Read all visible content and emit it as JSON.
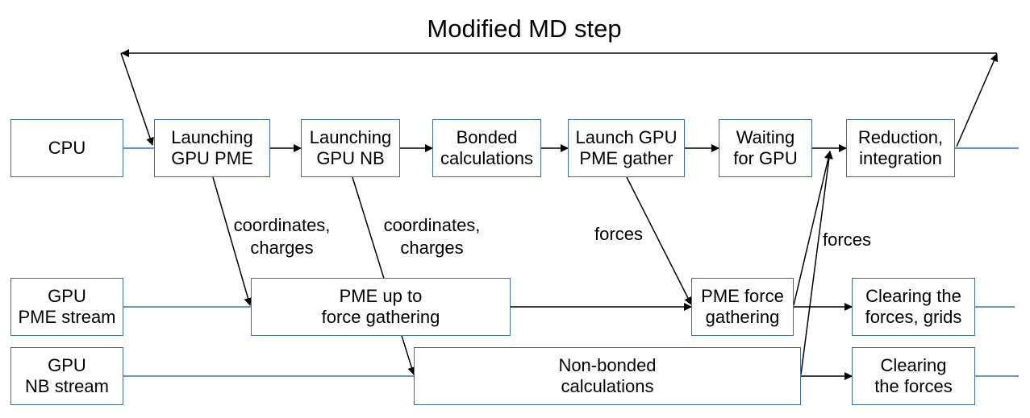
{
  "title": "Modified MD step",
  "lanes": {
    "cpu": "CPU",
    "pme_stream": [
      "GPU",
      "PME stream"
    ],
    "nb_stream": [
      "GPU",
      "NB stream"
    ]
  },
  "cpu_steps": {
    "launch_pme": [
      "Launching",
      "GPU PME"
    ],
    "launch_nb": [
      "Launching",
      "GPU NB"
    ],
    "bonded": [
      "Bonded",
      "calculations"
    ],
    "launch_gather": [
      "Launch GPU",
      "PME gather"
    ],
    "waiting": [
      "Waiting",
      "for GPU"
    ],
    "reduction": [
      "Reduction,",
      "integration"
    ]
  },
  "pme_steps": {
    "pme_up_to": [
      "PME up to",
      "force gathering"
    ],
    "pme_gather": [
      "PME force",
      "gathering"
    ],
    "clear_grids": [
      "Clearing the",
      "forces, grids"
    ]
  },
  "nb_steps": {
    "nonbonded": [
      "Non-bonded",
      "calculations"
    ],
    "clear_forces": [
      "Clearing",
      "the forces"
    ]
  },
  "edge_labels": {
    "coords_pme": [
      "coordinates,",
      "charges"
    ],
    "coords_nb": [
      "coordinates,",
      "charges"
    ],
    "forces_gather": "forces",
    "forces_return": "forces"
  },
  "colors": {
    "line": "#3c6e9e",
    "arrow": "#000000",
    "border": "#3c6e9e"
  }
}
